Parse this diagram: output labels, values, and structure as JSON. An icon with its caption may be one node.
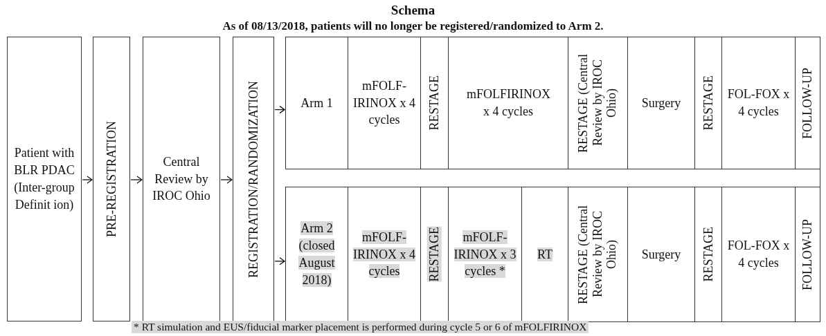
{
  "diagram": {
    "title": "Schema",
    "nodes": [
      {
        "text": [
          "Patient with BLR PDAC (Inter-group Definit ion)"
        ]
      },
      {
        "text": [
          "PRE-REGISTRATION"
        ]
      },
      {
        "text": [
          "Central Review by IROC Ohio"
        ]
      },
      {
        "text": [
          "REGISTRATION/RANDOMIZATION"
        ]
      },
      {
        "text": [
          "Arm 1"
        ]
      },
      {
        "text": [
          "mFOLF-IRINOX x 4 cycles"
        ]
      },
      {
        "text": [
          "RESTAGE"
        ]
      },
      {
        "text": [
          "mFOLFIRINOX x 4 cycles"
        ]
      },
      {
        "text": [
          "RESTAGE (Central Review by IROC Ohio)"
        ]
      },
      {
        "text": [
          "Surgery"
        ]
      },
      {
        "text": [
          "RESTAGE"
        ]
      },
      {
        "text": [
          "FOL-FOX x 4 cycles"
        ]
      },
      {
        "text": [
          "FOLLOW-UP"
        ]
      },
      {
        "text": [
          "Arm 2 (closed August 2018)"
        ]
      },
      {
        "text": [
          "mFOLF-IRINOX x 4 cycles"
        ]
      },
      {
        "text": [
          "RESTAGE"
        ]
      },
      {
        "text": [
          "mFOLF-IRINOX x 3 cycles *"
        ]
      },
      {
        "text": [
          "RT"
        ]
      },
      {
        "text": [
          "RESTAGE (Central Review by IROC Ohio)"
        ]
      },
      {
        "text": [
          "Surgery"
        ]
      },
      {
        "text": [
          "RESTAGE"
        ]
      },
      {
        "text": [
          "FOL-FOX x 4 cycles"
        ]
      },
      {
        "text": [
          "FOLLOW-UP"
        ]
      }
    ],
    "edges": [
      {
        "from": 0,
        "to": 1,
        "arrow": "to"
      },
      {
        "from": 1,
        "to": 2,
        "arrow": "to"
      },
      {
        "from": 2,
        "to": 3,
        "arrow": "to"
      },
      {
        "from": 3,
        "to": 4,
        "arrow": "to"
      },
      {
        "from": 3,
        "to": 13,
        "arrow": "to"
      }
    ],
    "labels": [
      "As of 08/13/2018, patients will no longer be registered/randomized to Arm 2.",
      "* RT simulation and EUS/fiducial marker placement is performed during cycle 5 or 6 of mFOLFIRINOX"
    ]
  }
}
